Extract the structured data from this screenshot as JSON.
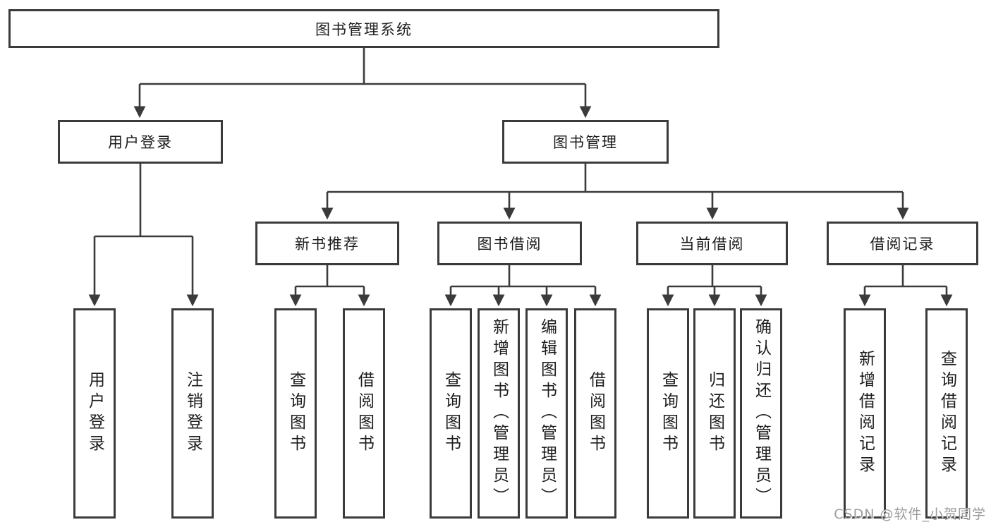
{
  "diagram": {
    "type": "hierarchy-tree",
    "colors": {
      "line": "#3b3b3b",
      "border": "#3b3b3b",
      "text": "#1d1d1d",
      "watermark": "#9c9c9c",
      "background": "#ffffff"
    },
    "tree": {
      "root": {
        "label": "图书管理系统",
        "children": [
          {
            "label": "用户登录",
            "children": [
              {
                "label": "用户登录"
              },
              {
                "label": "注销登录"
              }
            ]
          },
          {
            "label": "图书管理",
            "children": [
              {
                "label": "新书推荐",
                "children": [
                  {
                    "label": "查询图书"
                  },
                  {
                    "label": "借阅图书"
                  }
                ]
              },
              {
                "label": "图书借阅",
                "children": [
                  {
                    "label": "查询图书"
                  },
                  {
                    "label": "新增图书（管理员）"
                  },
                  {
                    "label": "编辑图书（管理员）"
                  },
                  {
                    "label": "借阅图书"
                  }
                ]
              },
              {
                "label": "当前借阅",
                "children": [
                  {
                    "label": "查询图书"
                  },
                  {
                    "label": "归还图书"
                  },
                  {
                    "label": "确认归还（管理员）"
                  }
                ]
              },
              {
                "label": "借阅记录",
                "children": [
                  {
                    "label": "新增借阅记录"
                  },
                  {
                    "label": "查询借阅记录"
                  }
                ]
              }
            ]
          }
        ]
      }
    },
    "watermark": {
      "text": "CSDN @软件_小贺同学"
    }
  }
}
